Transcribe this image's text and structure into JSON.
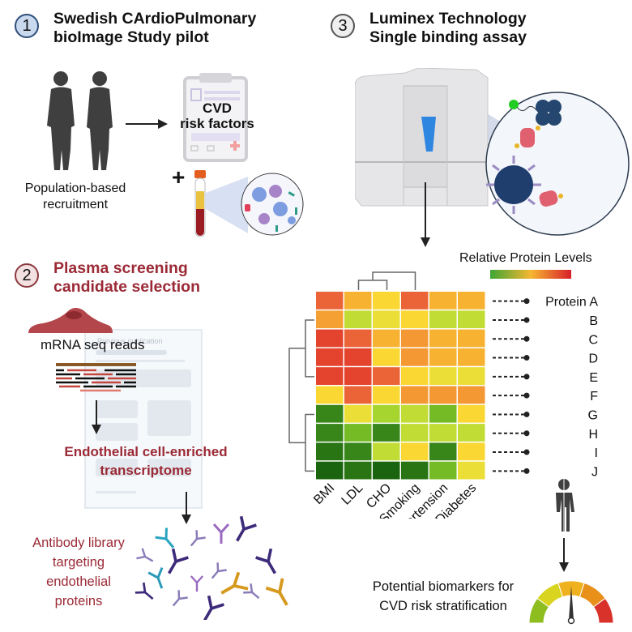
{
  "step1": {
    "number": "1",
    "title_line1": "Swedish CArdioPulmonary",
    "title_line2": "bioImage Study pilot",
    "population_line1": "Population-based",
    "population_line2": "recruitment",
    "clipboard_line1": "CVD",
    "clipboard_line2": "risk factors",
    "plus": "+"
  },
  "step2": {
    "number": "2",
    "title_line1": "Plasma screening",
    "title_line2": "candidate selection",
    "mrna_label": "mRNA seq reads",
    "publication_label": "Previous publication",
    "endothelial_line1": "Endothelial cell-enriched",
    "endothelial_line2": "transcriptome",
    "antibody_line1": "Antibody library",
    "antibody_line2": "targeting",
    "antibody_line3": "endothelial",
    "antibody_line4": "proteins"
  },
  "step3": {
    "number": "3",
    "title_line1": "Luminex Technology",
    "title_line2": "Single binding assay"
  },
  "outcome": {
    "line1": "Potential biomarkers for",
    "line2": "CVD risk stratification"
  },
  "colors": {
    "step1_badge": "#c9d9ee",
    "step2_badge": "#f3e0e0",
    "step3_badge": "#eeeeee",
    "accent_red": "#9b2a36",
    "scale_low": "#3fa535",
    "scale_mid": "#f5b731",
    "scale_high": "#d81f2a"
  },
  "chart_data": {
    "type": "heatmap",
    "title": "Relative Protein Levels",
    "colorbar": {
      "low": "green",
      "mid": "yellow/orange",
      "high": "red",
      "range": [
        0,
        1
      ]
    },
    "columns": [
      "BMI",
      "LDL",
      "CHO",
      "Smoking",
      "Hypertension",
      "Diabetes"
    ],
    "rows": [
      "Protein A",
      "B",
      "C",
      "D",
      "E",
      "F",
      "G",
      "H",
      "I",
      "J"
    ],
    "values": [
      [
        0.85,
        0.65,
        0.55,
        0.85,
        0.65,
        0.65
      ],
      [
        0.7,
        0.4,
        0.5,
        0.55,
        0.4,
        0.4
      ],
      [
        0.95,
        0.85,
        0.65,
        0.72,
        0.65,
        0.65
      ],
      [
        0.95,
        0.95,
        0.55,
        0.72,
        0.65,
        0.65
      ],
      [
        0.95,
        0.95,
        0.85,
        0.55,
        0.5,
        0.5
      ],
      [
        0.55,
        0.85,
        0.55,
        0.72,
        0.72,
        0.72
      ],
      [
        0.1,
        0.5,
        0.35,
        0.4,
        0.25,
        0.55
      ],
      [
        0.1,
        0.25,
        0.1,
        0.4,
        0.4,
        0.4
      ],
      [
        0.05,
        0.1,
        0.4,
        0.55,
        0.1,
        0.55
      ],
      [
        0.0,
        0.05,
        0.0,
        0.05,
        0.25,
        0.5
      ]
    ],
    "column_dendrogram": "LDL+CHO joined, then Smoking",
    "row_dendrogram": "B-E cluster, G-J cluster, joined"
  },
  "gauge": {
    "segments": [
      "#8dbd1f",
      "#d9d41f",
      "#f0b11e",
      "#e8901a",
      "#d8322a"
    ],
    "needle_value": 0.5
  }
}
